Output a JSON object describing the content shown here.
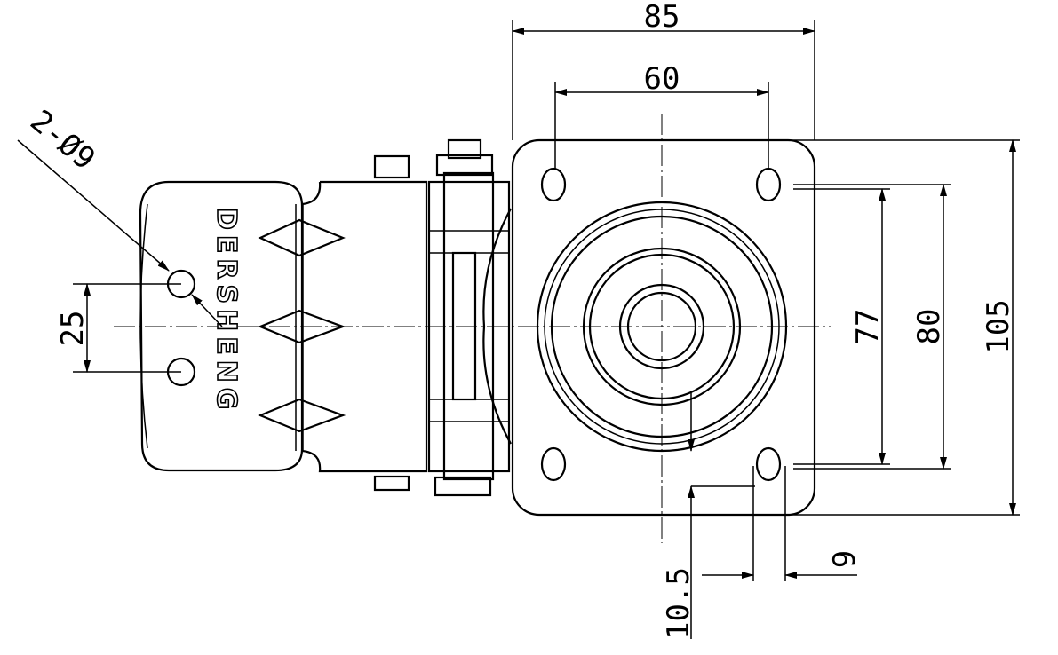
{
  "drawing": {
    "brand_logo": "DERSHENG",
    "dimensions": {
      "plate_width": "85",
      "hole_spacing_x": "60",
      "hole_spec": "2-Ø9",
      "brake_hole_spacing": "25",
      "hole_spacing_y": "77",
      "slot_spacing_y": "80",
      "plate_length": "105",
      "edge_offset": "10.5",
      "slot_width": "9"
    }
  }
}
